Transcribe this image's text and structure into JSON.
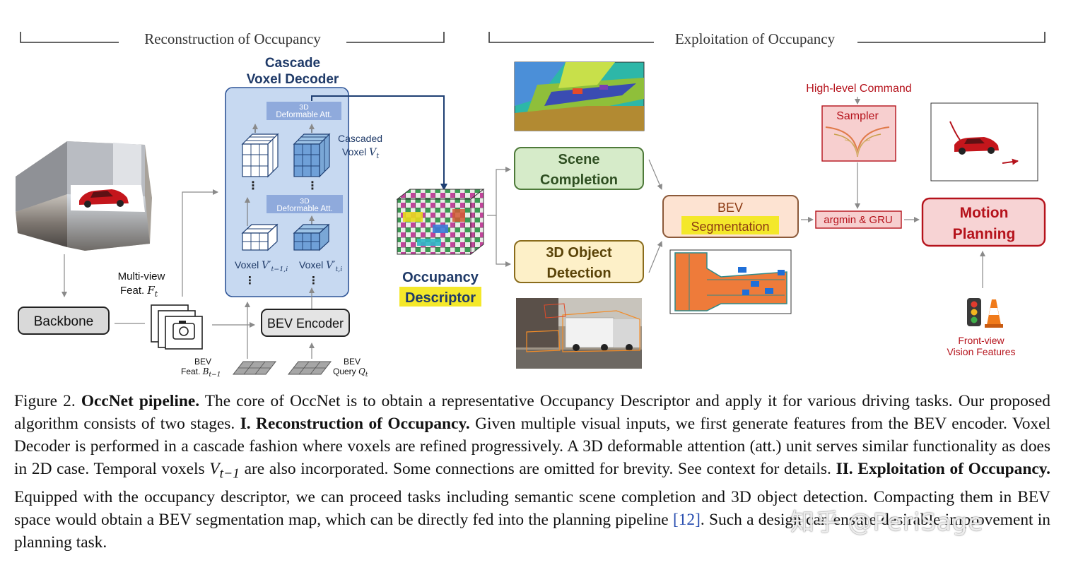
{
  "stages": {
    "reconstruction": "Reconstruction of Occupancy",
    "exploitation": "Exploitation of Occupancy"
  },
  "decoder": {
    "title_line1": "Cascade",
    "title_line2": "Voxel Decoder",
    "att_top_l1": "3D",
    "att_top_l2": "Deformable Att.",
    "att_mid_l1": "3D",
    "att_mid_l2": "Deformable Att.",
    "cascaded_l1": "Cascaded",
    "cascaded_l2": "Voxel",
    "cascaded_var": "V",
    "cascaded_sub": "t",
    "voxel_prev": "Voxel",
    "voxel_prev_var": "V′",
    "voxel_prev_sub": "t−1,i",
    "voxel_curr": "Voxel",
    "voxel_curr_var": "V′",
    "voxel_curr_sub": "t,i"
  },
  "inputs": {
    "multiview_l1": "Multi-view",
    "multiview_l2": "Feat.",
    "multiview_var": "F",
    "multiview_sub": "t",
    "backbone": "Backbone",
    "bev_encoder": "BEV Encoder",
    "bev_feat_l1": "BEV",
    "bev_feat_l2": "Feat.",
    "bev_feat_var": "B",
    "bev_feat_sub": "t−1",
    "bev_query_l1": "BEV",
    "bev_query_l2": "Query",
    "bev_query_var": "Q",
    "bev_query_sub": "t"
  },
  "descriptor": {
    "line1": "Occupancy",
    "line2": "Descriptor"
  },
  "tasks": {
    "scene_l1": "Scene",
    "scene_l2": "Completion",
    "det_l1": "3D Object",
    "det_l2": "Detection",
    "bev_l1": "BEV",
    "bev_l2": "Segmentation",
    "command": "High-level Command",
    "sampler": "Sampler",
    "gru": "argmin & GRU",
    "motion_l1": "Motion",
    "motion_l2": "Planning",
    "front_l1": "Front-view",
    "front_l2": "Vision Features"
  },
  "colors": {
    "decoder_fill": "#c7d9f1",
    "decoder_stroke": "#2f5597",
    "scene_fill": "#d6ebc9",
    "det_fill": "#fdf0c8",
    "bev_fill": "#fde3d2",
    "motion_fill": "#f7d3d4",
    "highlight": "#f4e82a",
    "dark_red": "#b5121b"
  },
  "caption": {
    "fig_label": "Figure 2.",
    "fig_title": "OccNet pipeline.",
    "s1": "The core of OccNet is to obtain a representative Occupancy Descriptor and apply it for various driving tasks. Our proposed algorithm consists of two stages.",
    "stage1": "I. Reconstruction of Occupancy.",
    "s2": "Given multiple visual inputs, we first generate features from the BEV encoder. Voxel Decoder is performed in a cascade fashion where voxels are refined progressively. A 3D deformable attention (att.) unit serves similar functionality as does in 2D case. Temporal voxels",
    "var": "V",
    "var_sub": "t−1",
    "s3": "are also incorporated. Some connections are omitted for brevity. See context for details.",
    "stage2": "II. Exploitation of Occupancy.",
    "s4": "Equipped with the occupancy descriptor, we can proceed tasks including semantic scene completion and 3D object detection. Compacting them in BEV space would obtain a BEV segmentation map, which can be directly fed into the planning pipeline",
    "cite": "[12]",
    "s5": ". Such a design can ensure desirable improvement in planning task."
  },
  "watermark": "知乎 @PeriSage"
}
